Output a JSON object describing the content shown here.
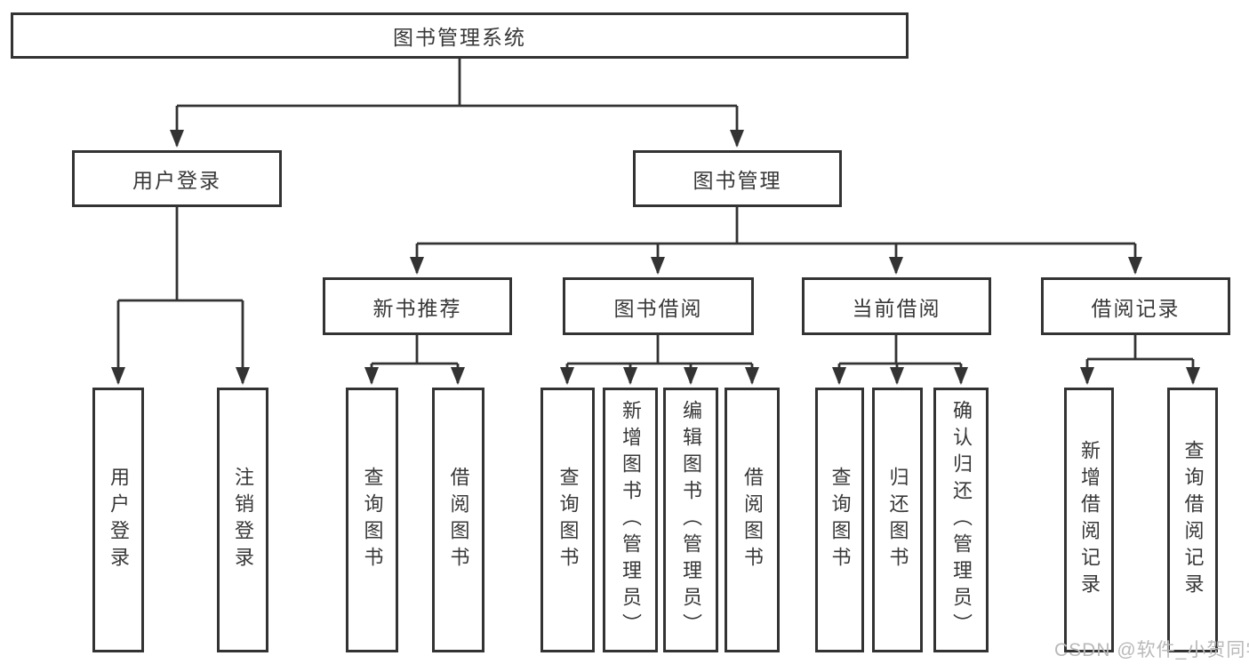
{
  "tree": {
    "label": "图书管理系统",
    "children": [
      {
        "label": "用户登录",
        "children": [
          {
            "label": "用户登录"
          },
          {
            "label": "注销登录"
          }
        ]
      },
      {
        "label": "图书管理",
        "children": [
          {
            "label": "新书推荐",
            "children": [
              {
                "label": "查询图书"
              },
              {
                "label": "借阅图书"
              }
            ]
          },
          {
            "label": "图书借阅",
            "children": [
              {
                "label": "查询图书"
              },
              {
                "label": "新增图书（管理员）"
              },
              {
                "label": "编辑图书（管理员）"
              },
              {
                "label": "借阅图书"
              }
            ]
          },
          {
            "label": "当前借阅",
            "children": [
              {
                "label": "查询图书"
              },
              {
                "label": "归还图书"
              },
              {
                "label": "确认归还（管理员）"
              }
            ]
          },
          {
            "label": "借阅记录",
            "children": [
              {
                "label": "新增借阅记录"
              },
              {
                "label": "查询借阅记录"
              }
            ]
          }
        ]
      }
    ]
  },
  "watermark": {
    "text": "CSDN @软件_小贺同学"
  },
  "colors": {
    "line": "#333333",
    "text": "#383838",
    "watermark": "#b9b9b9",
    "background": "#ffffff"
  }
}
